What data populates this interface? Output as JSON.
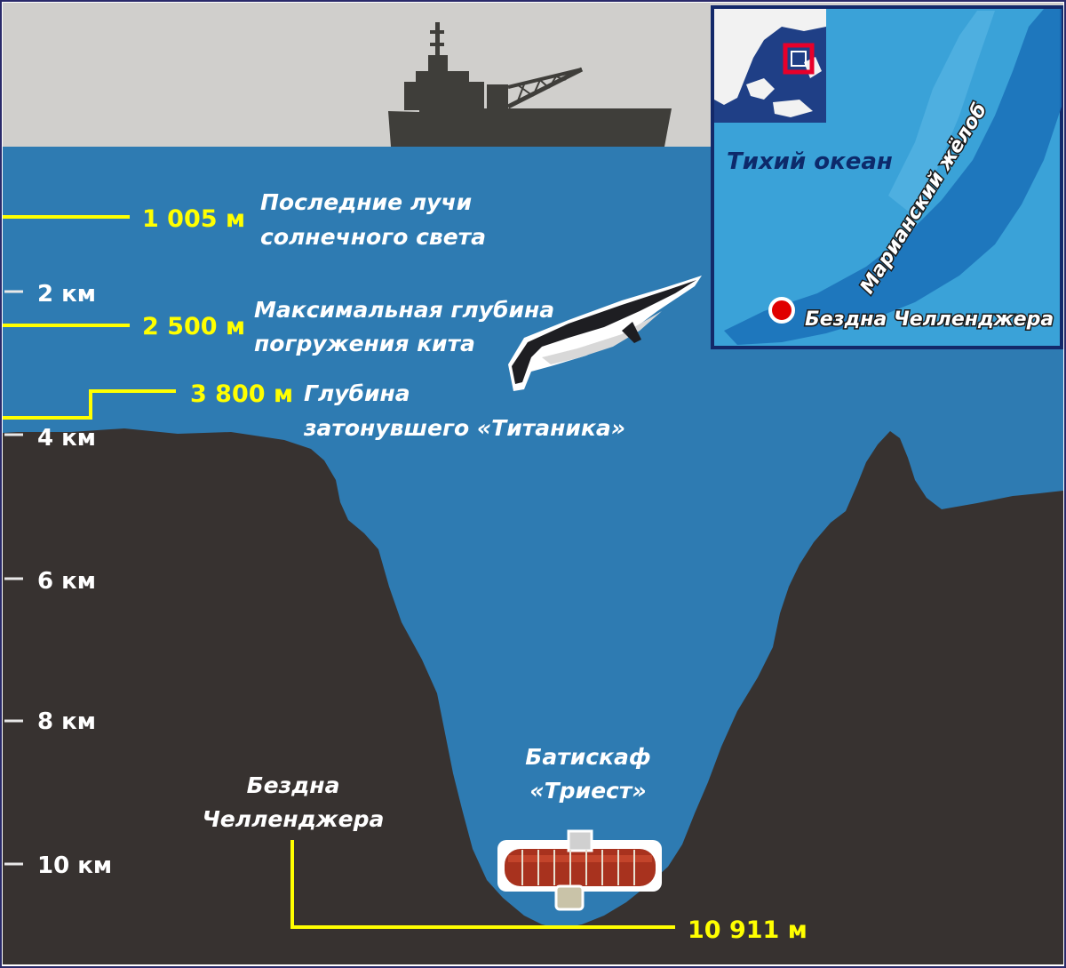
{
  "depth_markers": [
    {
      "value_m": 1005,
      "value_label": "1 005 м",
      "caption_line1": "Последние лучи",
      "caption_line2": "солнечного света"
    },
    {
      "value_m": 2500,
      "value_label": "2 500 м",
      "caption_line1": "Максимальная глубина",
      "caption_line2": "погружения кита"
    },
    {
      "value_m": 3800,
      "value_label": "3 800 м",
      "caption_line1": "Глубина",
      "caption_line2": "затонувшего «Титаника»"
    },
    {
      "value_m": 10911,
      "value_label": "10 911 м",
      "caption_line1": "Бездна",
      "caption_line2": "Челленджера"
    }
  ],
  "scale_ticks": [
    {
      "km": 2,
      "label": "2 км"
    },
    {
      "km": 4,
      "label": "4 км"
    },
    {
      "km": 6,
      "label": "6 км"
    },
    {
      "km": 8,
      "label": "8 км"
    },
    {
      "km": 10,
      "label": "10 км"
    }
  ],
  "bathyscaphe": {
    "line1": "Батискаф",
    "line2": "«Триест»"
  },
  "inset_map": {
    "ocean_label": "Тихий океан",
    "trench_label": "Марианский  жёлоб",
    "point_label": "Бездна Челленджера"
  },
  "colors": {
    "sky": "#d0cfcc",
    "ocean": "#2e7bb2",
    "seabed": "#373230",
    "silhouette": "#3f3e3a",
    "marker_line": "#ffff00",
    "map_frame": "#13296a",
    "point_marker": "#e00000"
  },
  "icons": [
    "ship-icon",
    "whale-icon",
    "bathyscaphe-icon"
  ]
}
